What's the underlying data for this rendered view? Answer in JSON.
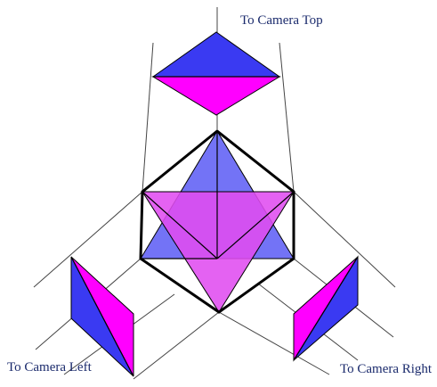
{
  "labels": {
    "top": "To Camera Top",
    "left": "To Camera Left",
    "right": "To Camera Right"
  },
  "colors": {
    "blue": "#3a3af2",
    "magenta": "#ff00ff",
    "blue_translucent": "#5a5af5",
    "magenta_translucent": "#e04cf0",
    "outline": "#000000",
    "projection_line": "#333333",
    "label_text": "#1a2a6c"
  }
}
